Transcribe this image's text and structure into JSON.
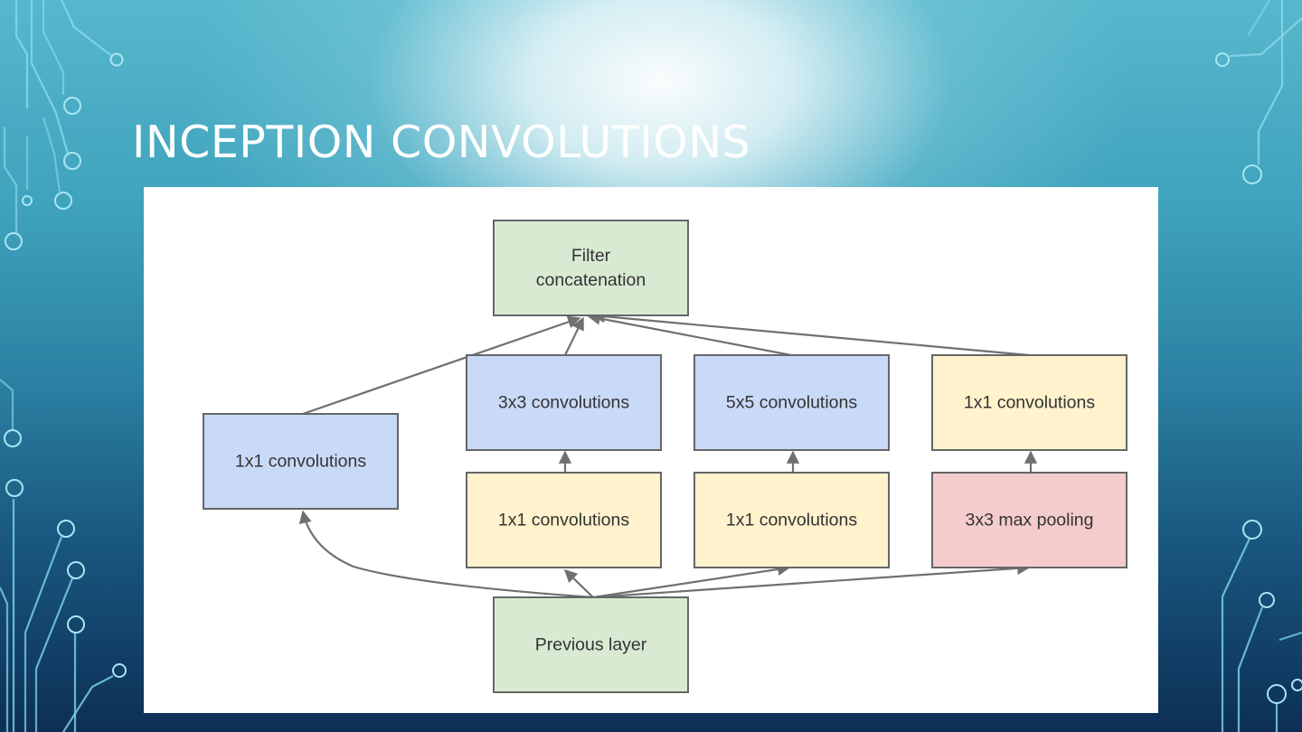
{
  "slide": {
    "title": "INCEPTION CONVOLUTIONS"
  },
  "diagram": {
    "nodes": [
      {
        "id": "filter-concat",
        "lines": [
          "Filter",
          "concatenation"
        ],
        "fill": "#d9ead3"
      },
      {
        "id": "conv1x1-left",
        "lines": [
          "1x1 convolutions"
        ],
        "fill": "#c9daf8"
      },
      {
        "id": "conv3x3",
        "lines": [
          "3x3 convolutions"
        ],
        "fill": "#c9daf8"
      },
      {
        "id": "conv5x5",
        "lines": [
          "5x5 convolutions"
        ],
        "fill": "#c9daf8"
      },
      {
        "id": "conv1x1-right-top",
        "lines": [
          "1x1 convolutions"
        ],
        "fill": "#fff2cc"
      },
      {
        "id": "conv1x1-mid-a",
        "lines": [
          "1x1 convolutions"
        ],
        "fill": "#fff2cc"
      },
      {
        "id": "conv1x1-mid-b",
        "lines": [
          "1x1 convolutions"
        ],
        "fill": "#fff2cc"
      },
      {
        "id": "maxpool3x3",
        "lines": [
          "3x3 max pooling"
        ],
        "fill": "#f4cccc"
      },
      {
        "id": "previous-layer",
        "lines": [
          "Previous layer"
        ],
        "fill": "#d9ead3"
      }
    ],
    "edges": [
      {
        "from": "previous-layer",
        "to": "conv1x1-left"
      },
      {
        "from": "previous-layer",
        "to": "conv1x1-mid-a"
      },
      {
        "from": "previous-layer",
        "to": "conv1x1-mid-b"
      },
      {
        "from": "previous-layer",
        "to": "maxpool3x3"
      },
      {
        "from": "conv1x1-mid-a",
        "to": "conv3x3"
      },
      {
        "from": "conv1x1-mid-b",
        "to": "conv5x5"
      },
      {
        "from": "maxpool3x3",
        "to": "conv1x1-right-top"
      },
      {
        "from": "conv1x1-left",
        "to": "filter-concat"
      },
      {
        "from": "conv3x3",
        "to": "filter-concat"
      },
      {
        "from": "conv5x5",
        "to": "filter-concat"
      },
      {
        "from": "conv1x1-right-top",
        "to": "filter-concat"
      }
    ],
    "colors": {
      "border": "#666666",
      "arrow": "#707070",
      "text": "#333333"
    }
  },
  "decoration": {
    "circuit_color": "#7fd6ea"
  }
}
